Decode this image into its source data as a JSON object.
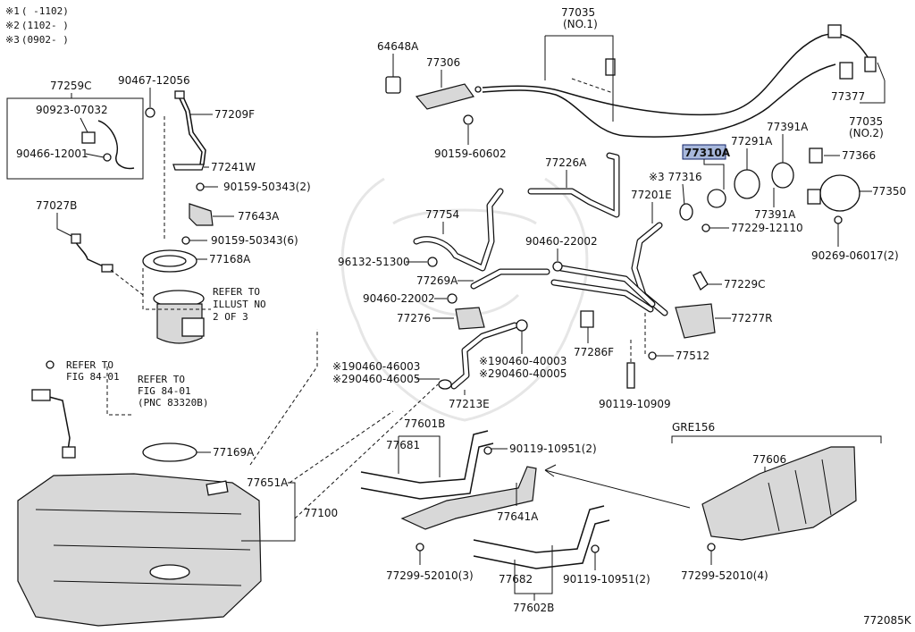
{
  "legend": [
    {
      "mark": "※1",
      "range": "(    -1102)"
    },
    {
      "mark": "※2",
      "range": "(1102-    )"
    },
    {
      "mark": "※3",
      "range": "(0902-    )"
    }
  ],
  "figure_id": "772085K",
  "highlight_color": "#a8b8dc",
  "callouts": {
    "p64648A": "64648A",
    "p77306": "77306",
    "p77035_1": "77035",
    "p77035_1_sub": "(NO.1)",
    "p77377": "77377",
    "p77035_2": "77035",
    "p77035_2_sub": "(NO.2)",
    "p90159_60602": "90159-60602",
    "p77259C": "77259C",
    "p90467_12056": "90467-12056",
    "p90923_07032": "90923-07032",
    "p90466_12001": "90466-12001",
    "p77209F": "77209F",
    "p77241W": "77241W",
    "p90159_50343_2": "90159-50343(2)",
    "p77643A": "77643A",
    "p90159_50343_6": "90159-50343(6)",
    "p77168A": "77168A",
    "p77027B": "77027B",
    "refer_illust": [
      "REFER TO",
      "ILLUST NO",
      "2 OF 3"
    ],
    "refer_fig1": [
      "REFER TO",
      "FIG 84-01"
    ],
    "refer_fig2": [
      "REFER TO",
      "FIG 84-01",
      "(PNC 83320B)"
    ],
    "p77169A": "77169A",
    "p77651A": "77651A",
    "p77100": "77100",
    "p77310A": "77310A",
    "p77291A": "77291A",
    "p77391A_1": "77391A",
    "p77366": "77366",
    "p77316": "※3 77316",
    "p77201E": "77201E",
    "p77350": "77350",
    "p77391A_2": "77391A",
    "p77229_12110": "77229-12110",
    "p90269_06017": "90269-06017(2)",
    "p77226A": "77226A",
    "p77754": "77754",
    "p90460_22002_1": "90460-22002",
    "p96132_51300": "96132-51300",
    "p77269A": "77269A",
    "p90460_22002_2": "90460-22002",
    "p77229C": "77229C",
    "p77276": "77276",
    "p77277R": "77277R",
    "p77286F": "77286F",
    "p77512": "77512",
    "p190460_46003": "※190460-46003",
    "p290460_46005": "※290460-46005",
    "p190460_40003": "※190460-40003",
    "p290460_40005": "※290460-40005",
    "p77213E": "77213E",
    "p90119_10909": "90119-10909",
    "p77601B": "77601B",
    "p77681": "77681",
    "p90119_10951_a": "90119-10951(2)",
    "p77641A": "77641A",
    "p77299_52010_3": "77299-52010(3)",
    "p77682": "77682",
    "p90119_10951_b": "90119-10951(2)",
    "p77602B": "77602B",
    "gre156": "GRE156",
    "p77606": "77606",
    "p77299_52010_4": "77299-52010(4)"
  }
}
